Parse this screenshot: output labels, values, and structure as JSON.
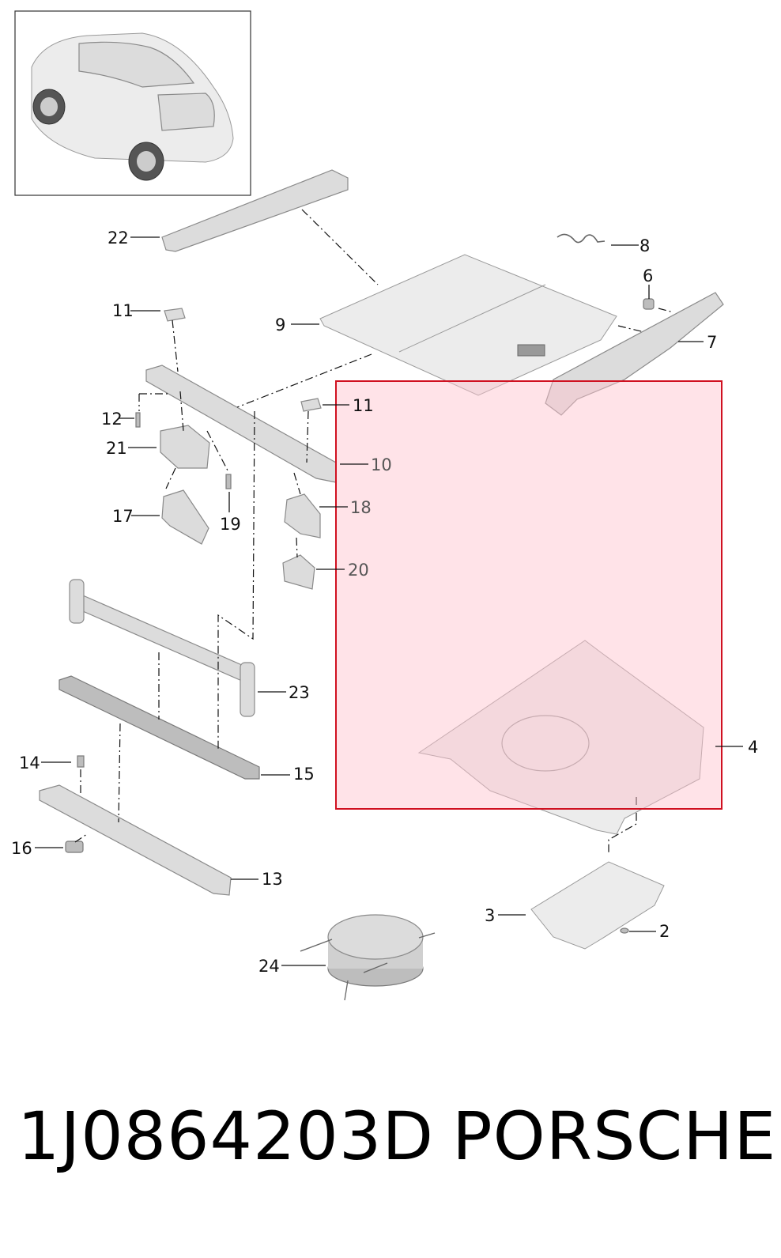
{
  "diagram": {
    "callouts": [
      {
        "id": "22",
        "text": "22"
      },
      {
        "id": "8",
        "text": "8"
      },
      {
        "id": "6",
        "text": "6"
      },
      {
        "id": "11a",
        "text": "11"
      },
      {
        "id": "9",
        "text": "9"
      },
      {
        "id": "7",
        "text": "7"
      },
      {
        "id": "11b",
        "text": "11"
      },
      {
        "id": "12",
        "text": "12"
      },
      {
        "id": "21",
        "text": "21"
      },
      {
        "id": "10",
        "text": "10"
      },
      {
        "id": "18",
        "text": "18"
      },
      {
        "id": "17",
        "text": "17"
      },
      {
        "id": "19",
        "text": "19"
      },
      {
        "id": "20",
        "text": "20"
      },
      {
        "id": "23",
        "text": "23"
      },
      {
        "id": "4",
        "text": "4"
      },
      {
        "id": "14",
        "text": "14"
      },
      {
        "id": "15",
        "text": "15"
      },
      {
        "id": "16",
        "text": "16"
      },
      {
        "id": "13",
        "text": "13"
      },
      {
        "id": "3",
        "text": "3"
      },
      {
        "id": "2",
        "text": "2"
      },
      {
        "id": "24",
        "text": "24"
      }
    ],
    "highlight": {
      "fill": "#ffc0cb",
      "border": "#d01020",
      "part": "4"
    }
  },
  "footer": {
    "part_number": "1J0864203D",
    "brand": "PORSCHE"
  }
}
